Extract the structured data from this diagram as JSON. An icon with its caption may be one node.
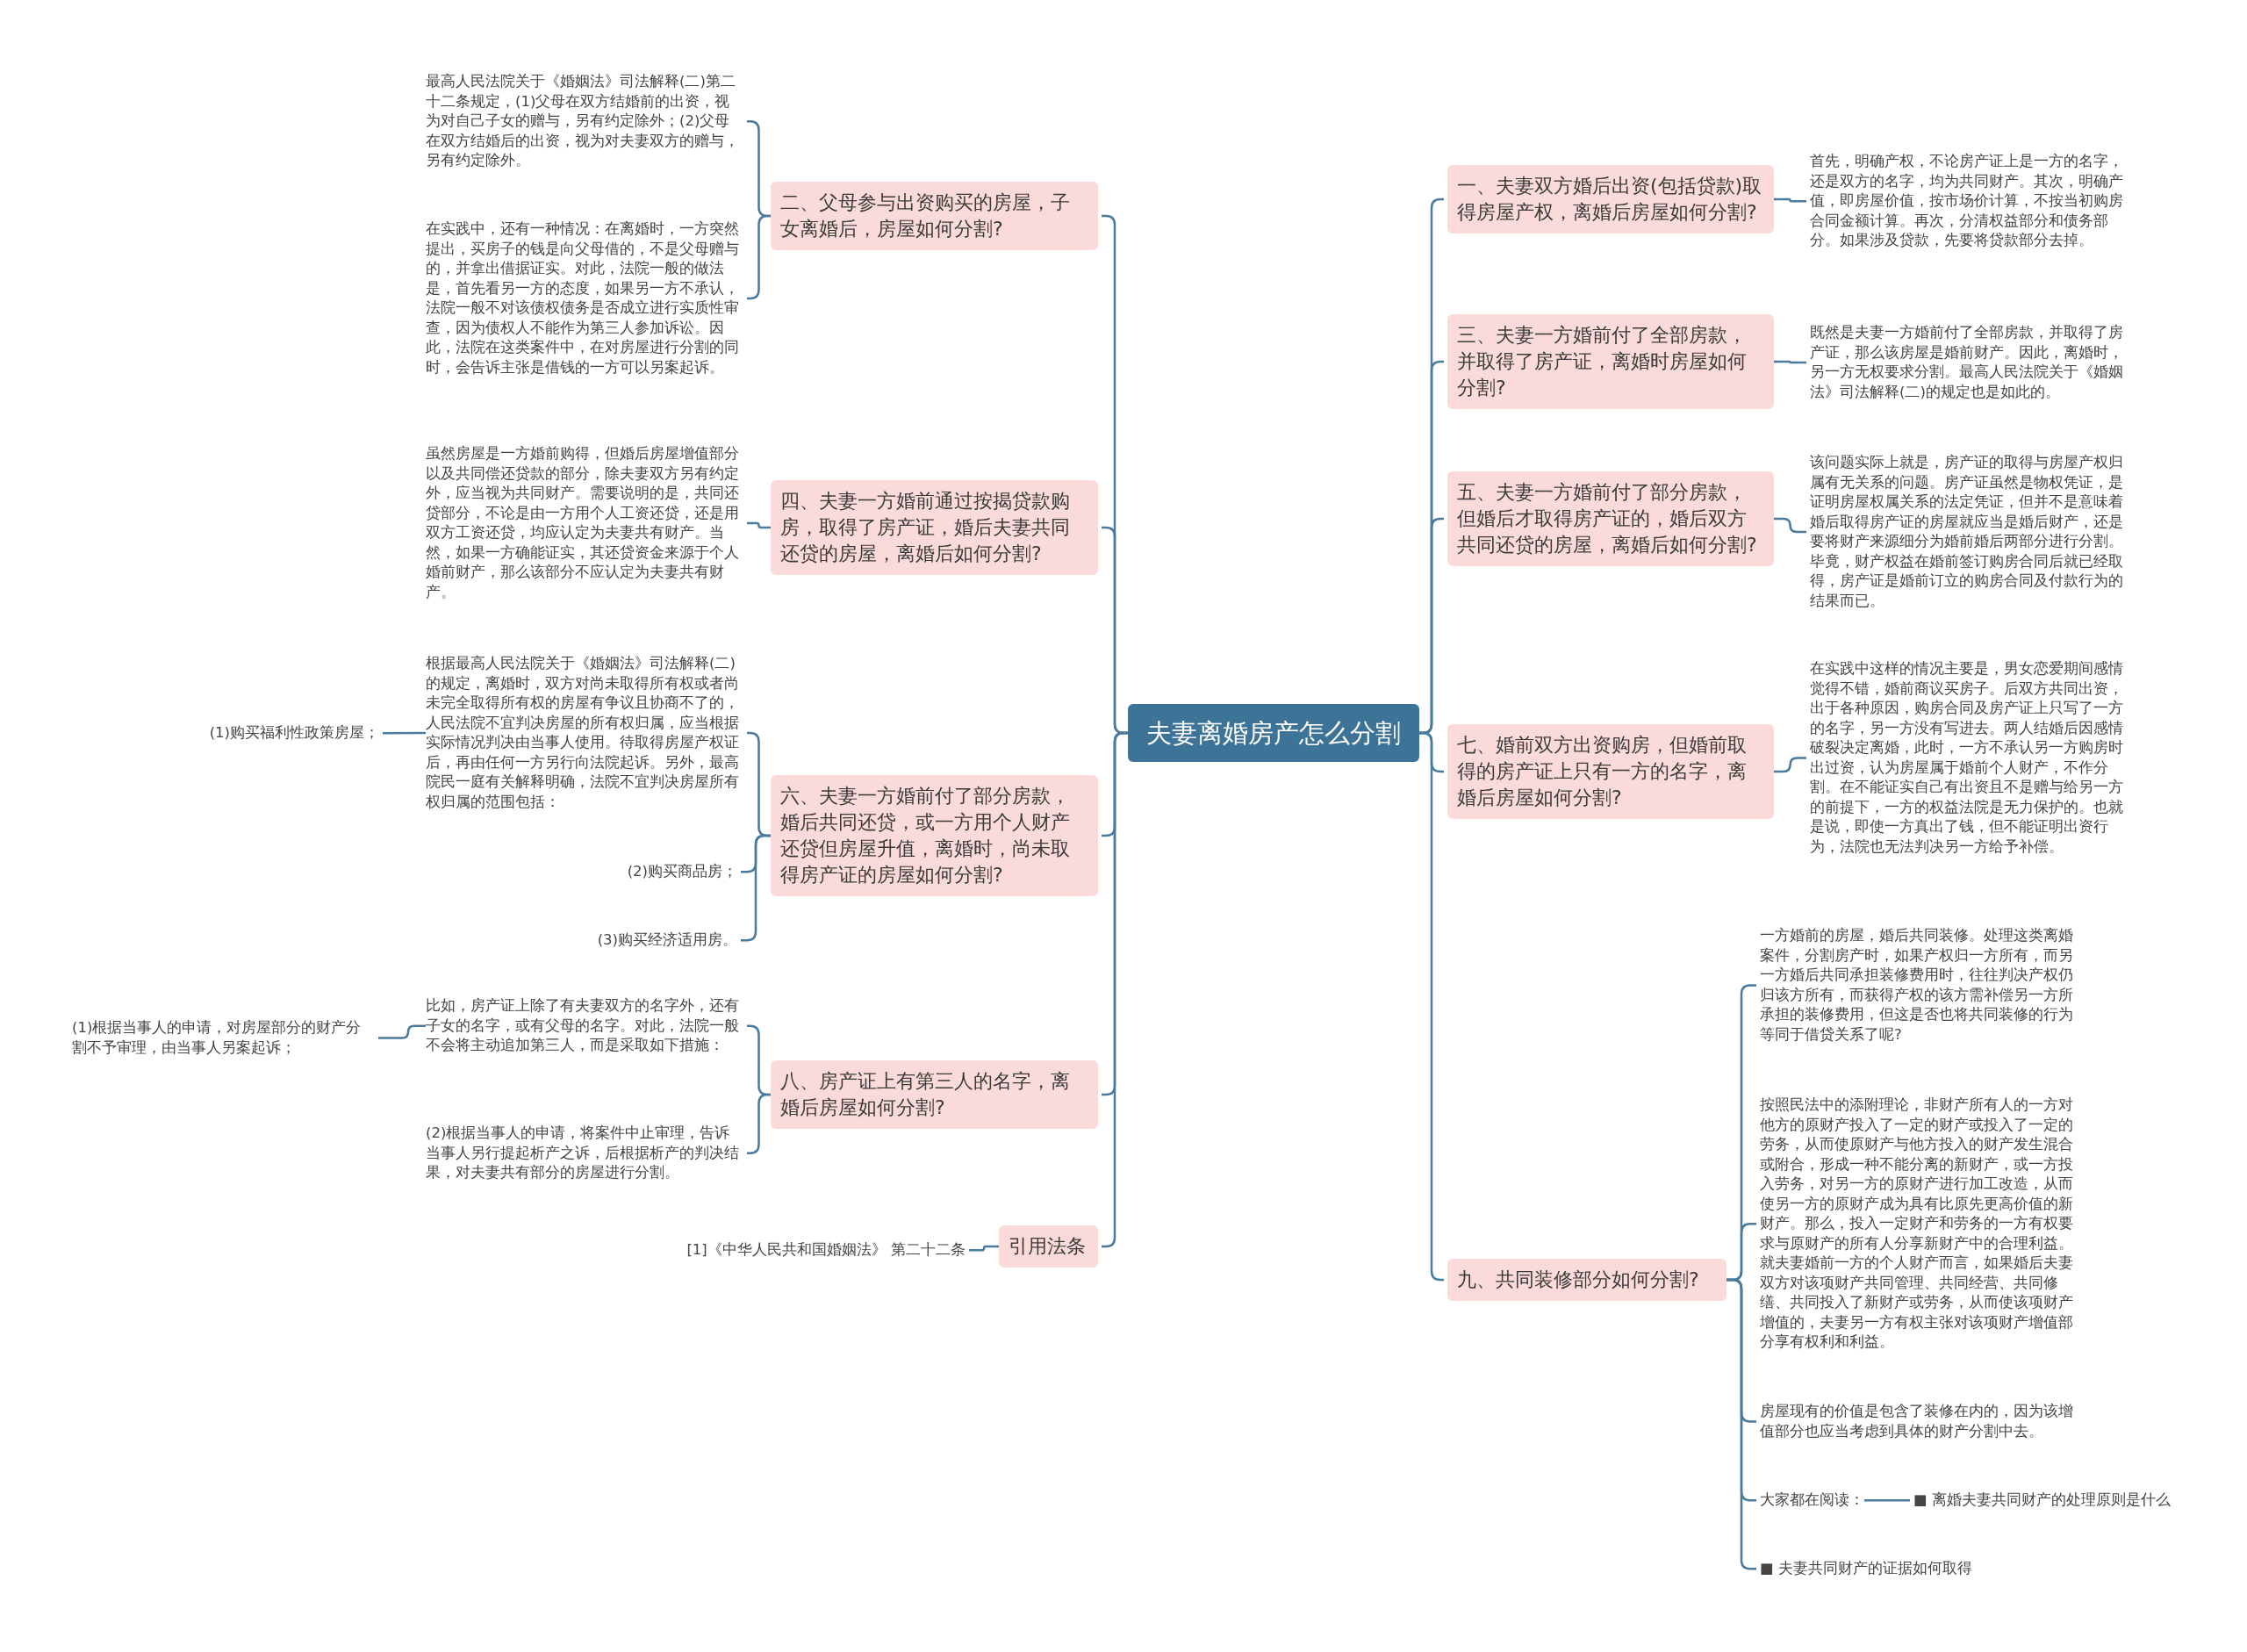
{
  "diagram": {
    "nodes": [
      {
        "text": [
          "夫妻离婚房产怎么分割"
        ]
      },
      {
        "text": [
          "二、父母参与出资购买的房屋，子女离婚后，房屋如何分割?"
        ]
      },
      {
        "text": [
          "最高人民法院关于《婚姻法》司法解释(二)第二十二条规定，(1)父母在双方结婚前的出资，视为对自己子女的赠与，另有约定除外；(2)父母在双方结婚后的出资，视为对夫妻双方的赠与，另有约定除外。"
        ]
      },
      {
        "text": [
          "在实践中，还有一种情况：在离婚时，一方突然提出，买房子的钱是向父母借的，不是父母赠与的，并拿出借据证实。对此，法院一般的做法是，首先看另一方的态度，如果另一方不承认，法院一般不对该债权债务是否成立进行实质性审查，因为债权人不能作为第三人参加诉讼。因此，法院在这类案件中，在对房屋进行分割的同时，会告诉主张是借钱的一方可以另案起诉。"
        ]
      },
      {
        "text": [
          "四、夫妻一方婚前通过按揭贷款购房，取得了房产证，婚后夫妻共同还贷的房屋，离婚后如何分割?"
        ]
      },
      {
        "text": [
          "虽然房屋是一方婚前购得，但婚后房屋增值部分以及共同偿还贷款的部分，除夫妻双方另有约定外，应当视为共同财产。需要说明的是，共同还贷部分，不论是由一方用个人工资还贷，还是用双方工资还贷，均应认定为夫妻共有财产。当然，如果一方确能证实，其还贷资金来源于个人婚前财产，那么该部分不应认定为夫妻共有财产。"
        ]
      },
      {
        "text": [
          "六、夫妻一方婚前付了部分房款，婚后共同还贷，或一方用个人财产还贷但房屋升值，离婚时，尚未取得房产证的房屋如何分割?"
        ]
      },
      {
        "text": [
          "根据最高人民法院关于《婚姻法》司法解释(二)的规定，离婚时，双方对尚未取得所有权或者尚未完全取得所有权的房屋有争议且协商不了的，人民法院不宜判决房屋的所有权归属，应当根据实际情况判决由当事人使用。待取得房屋产权证后，再由任何一方另行向法院起诉。另外，最高院民一庭有关解释明确，法院不宜判决房屋所有权归属的范围包括："
        ]
      },
      {
        "text": [
          "(1)购买福利性政策房屋；"
        ]
      },
      {
        "text": [
          "(2)购买商品房；"
        ]
      },
      {
        "text": [
          "(3)购买经济适用房。"
        ]
      },
      {
        "text": [
          "八、房产证上有第三人的名字，离婚后房屋如何分割?"
        ]
      },
      {
        "text": [
          "比如，房产证上除了有夫妻双方的名字外，还有子女的名字，或有父母的名字。对此，法院一般不会将主动追加第三人，而是采取如下措施："
        ]
      },
      {
        "text": [
          "(1)根据当事人的申请，对房屋部分的财产分割不予审理，由当事人另案起诉；"
        ]
      },
      {
        "text": [
          "(2)根据当事人的申请，将案件中止审理，告诉当事人另行提起析产之诉，后根据析产的判决结果，对夫妻共有部分的房屋进行分割。"
        ]
      },
      {
        "text": [
          "引用法条"
        ]
      },
      {
        "text": [
          "[1]《中华人民共和国婚姻法》 第二十二条"
        ]
      },
      {
        "text": [
          "一、夫妻双方婚后出资(包括贷款)取得房屋产权，离婚后房屋如何分割?"
        ]
      },
      {
        "text": [
          "首先，明确产权，不论房产证上是一方的名字，还是双方的名字，均为共同财产。其次，明确产值，即房屋价值，按市场价计算，不按当初购房合同金额计算。再次，分清权益部分和债务部分。如果涉及贷款，先要将贷款部分去掉。"
        ]
      },
      {
        "text": [
          "三、夫妻一方婚前付了全部房款，并取得了房产证，离婚时房屋如何分割?"
        ]
      },
      {
        "text": [
          "既然是夫妻一方婚前付了全部房款，并取得了房产证，那么该房屋是婚前财产。因此，离婚时，另一方无权要求分割。最高人民法院关于《婚姻法》司法解释(二)的规定也是如此的。"
        ]
      },
      {
        "text": [
          "五、夫妻一方婚前付了部分房款，但婚后才取得房产证的，婚后双方共同还贷的房屋，离婚后如何分割?"
        ]
      },
      {
        "text": [
          "该问题实际上就是，房产证的取得与房屋产权归属有无关系的问题。房产证虽然是物权凭证，是证明房屋权属关系的法定凭证，但并不是意味着婚后取得房产证的房屋就应当是婚后财产，还是要将财产来源细分为婚前婚后两部分进行分割。毕竟，财产权益在婚前签订购房合同后就已经取得，房产证是婚前订立的购房合同及付款行为的结果而已。"
        ]
      },
      {
        "text": [
          "七、婚前双方出资购房，但婚前取得的房产证上只有一方的名字，离婚后房屋如何分割?"
        ]
      },
      {
        "text": [
          "在实践中这样的情况主要是，男女恋爱期间感情觉得不错，婚前商议买房子。后双方共同出资，出于各种原因，购房合同及房产证上只写了一方的名字，另一方没有写进去。两人结婚后因感情破裂决定离婚，此时，一方不承认另一方购房时出过资，认为房屋属于婚前个人财产，不作分割。在不能证实自己有出资且不是赠与给另一方的前提下，一方的权益法院是无力保护的。也就是说，即使一方真出了钱，但不能证明出资行为，法院也无法判决另一方给予补偿。"
        ]
      },
      {
        "text": [
          "九、共同装修部分如何分割?"
        ]
      },
      {
        "text": [
          "一方婚前的房屋，婚后共同装修。处理这类离婚案件，分割房产时，如果产权归一方所有，而另一方婚后共同承担装修费用时，往往判决产权仍归该方所有，而获得产权的该方需补偿另一方所承担的装修费用，但这是否也将共同装修的行为等同于借贷关系了呢?"
        ]
      },
      {
        "text": [
          "按照民法中的添附理论，非财产所有人的一方对他方的原财产投入了一定的财产或投入了一定的劳务，从而使原财产与他方投入的财产发生混合或附合，形成一种不能分离的新财产，或一方投入劳务，对另一方的原财产进行加工改造，从而使另一方的原财产成为具有比原先更高价值的新财产。那么，投入一定财产和劳务的一方有权要求与原财产的所有人分享新财产中的合理利益。就夫妻婚前一方的个人财产而言，如果婚后夫妻双方对该项财产共同管理、共同经营、共同修缮、共同投入了新财产或劳务，从而使该项财产增值的，夫妻另一方有权主张对该项财产增值部分享有权利和利益。"
        ]
      },
      {
        "text": [
          "房屋现有的价值是包含了装修在内的，因为该增值部分也应当考虑到具体的财产分割中去。"
        ]
      },
      {
        "text": [
          "大家都在阅读："
        ]
      },
      {
        "text": [
          "■ 离婚夫妻共同财产的处理原则是什么"
        ]
      },
      {
        "text": [
          "■ 夫妻共同财产的证据如何取得"
        ]
      }
    ],
    "edges": [
      {
        "from": 0,
        "to": 1,
        "arrow": "none"
      },
      {
        "from": 1,
        "to": 2,
        "arrow": "none"
      },
      {
        "from": 1,
        "to": 3,
        "arrow": "none"
      },
      {
        "from": 0,
        "to": 4,
        "arrow": "none"
      },
      {
        "from": 4,
        "to": 5,
        "arrow": "none"
      },
      {
        "from": 0,
        "to": 6,
        "arrow": "none"
      },
      {
        "from": 6,
        "to": 7,
        "arrow": "none"
      },
      {
        "from": 7,
        "to": 8,
        "arrow": "none"
      },
      {
        "from": 6,
        "to": 9,
        "arrow": "none"
      },
      {
        "from": 6,
        "to": 10,
        "arrow": "none"
      },
      {
        "from": 0,
        "to": 11,
        "arrow": "none"
      },
      {
        "from": 11,
        "to": 12,
        "arrow": "none"
      },
      {
        "from": 12,
        "to": 13,
        "arrow": "none"
      },
      {
        "from": 11,
        "to": 14,
        "arrow": "none"
      },
      {
        "from": 0,
        "to": 15,
        "arrow": "none"
      },
      {
        "from": 15,
        "to": 16,
        "arrow": "none"
      },
      {
        "from": 0,
        "to": 17,
        "arrow": "none"
      },
      {
        "from": 17,
        "to": 18,
        "arrow": "none"
      },
      {
        "from": 0,
        "to": 19,
        "arrow": "none"
      },
      {
        "from": 19,
        "to": 20,
        "arrow": "none"
      },
      {
        "from": 0,
        "to": 21,
        "arrow": "none"
      },
      {
        "from": 21,
        "to": 22,
        "arrow": "none"
      },
      {
        "from": 0,
        "to": 23,
        "arrow": "none"
      },
      {
        "from": 23,
        "to": 24,
        "arrow": "none"
      },
      {
        "from": 0,
        "to": 25,
        "arrow": "none"
      },
      {
        "from": 25,
        "to": 26,
        "arrow": "none"
      },
      {
        "from": 25,
        "to": 27,
        "arrow": "none"
      },
      {
        "from": 25,
        "to": 28,
        "arrow": "none"
      },
      {
        "from": 25,
        "to": 29,
        "arrow": "none"
      },
      {
        "from": 29,
        "to": 30,
        "arrow": "none"
      },
      {
        "from": 25,
        "to": 31,
        "arrow": "none"
      }
    ]
  }
}
